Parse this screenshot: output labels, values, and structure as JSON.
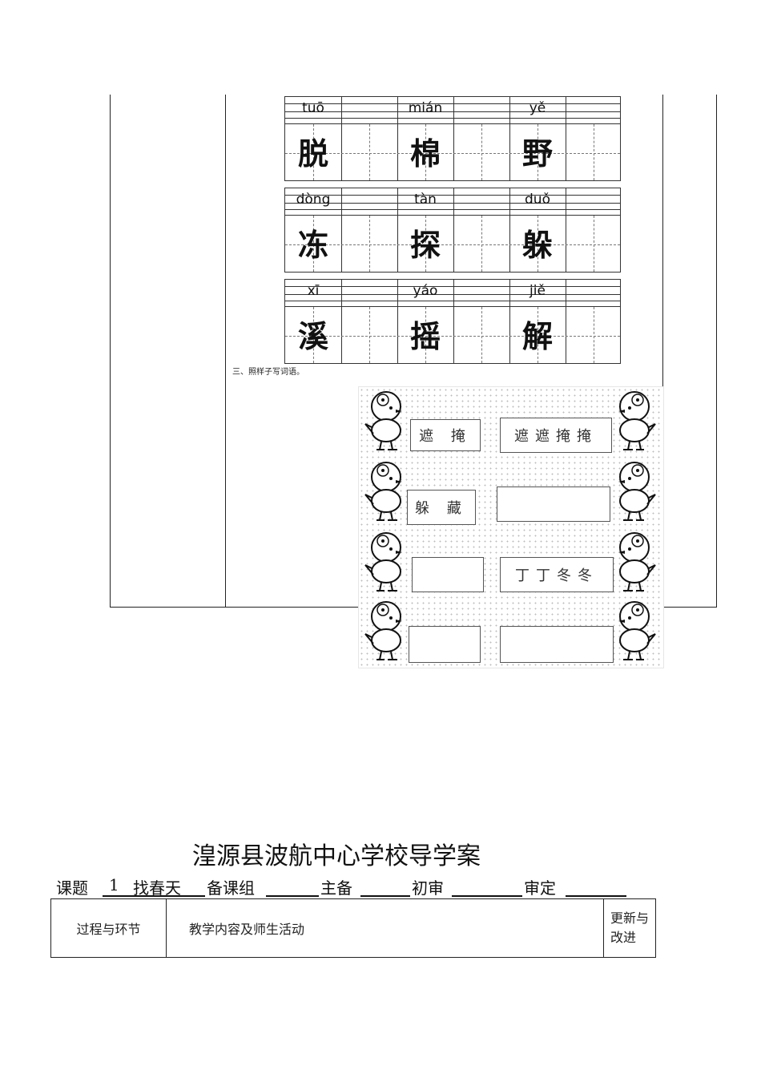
{
  "characters": [
    {
      "pinyin": "tuō",
      "char": "脱"
    },
    {
      "pinyin": "mián",
      "char": "棉"
    },
    {
      "pinyin": "yě",
      "char": "野"
    },
    {
      "pinyin": "dòng",
      "char": "冻"
    },
    {
      "pinyin": "tàn",
      "char": "探"
    },
    {
      "pinyin": "duǒ",
      "char": "躲"
    },
    {
      "pinyin": "xī",
      "char": "溪"
    },
    {
      "pinyin": "yáo",
      "char": "摇"
    },
    {
      "pinyin": "jiě",
      "char": "解"
    }
  ],
  "section3_title": "三、照样子写词语。",
  "exercise": {
    "r1_left": "遮 掩",
    "r1_right": "遮遮掩掩",
    "r2_left": "躲 藏",
    "r2_right": "",
    "r3_left": "",
    "r3_right": "丁丁冬冬",
    "r4_left": "",
    "r4_right": ""
  },
  "school_title": "湟源县波航中心学校导学案",
  "info": {
    "course_label": "课题",
    "course_number": "1",
    "course_name": "找春天",
    "prep_group_label": "备课组",
    "main_prep_label": "主备",
    "first_review_label": "初审",
    "review_label": "审定"
  },
  "header_table": {
    "col1": "过程与环节",
    "col2": "教学内容及师生活动",
    "col3": "更新与改进"
  }
}
